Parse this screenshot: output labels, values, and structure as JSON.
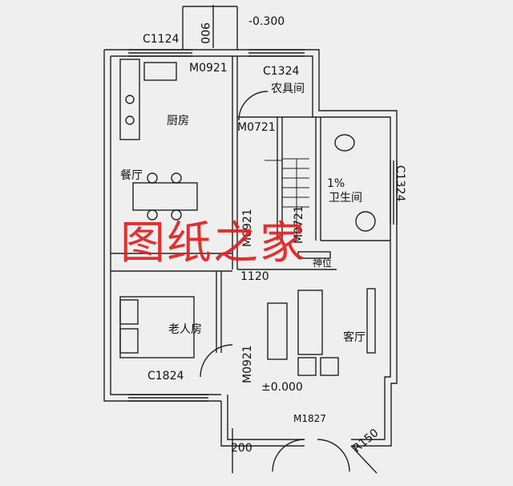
{
  "labels": {
    "c1124": "C1124",
    "dim_900": "900",
    "level_top": "-0.300",
    "m0921_top": "M0921",
    "c1324_top": "C1324",
    "farm_tools": "农具间",
    "kitchen": "厨房",
    "m0721": "M0721",
    "dining": "餐厅",
    "slope": "1%",
    "bathroom": "卫生间",
    "c1324_right": "C1324",
    "m0921_left": "M0921",
    "m0721_stair": "M0721",
    "shrine": "神位",
    "dim_1120": "1120",
    "elderly_room": "老人房",
    "living_room": "客厅",
    "c1824": "C1824",
    "m0921_bottom": "M0921",
    "level_ground": "±0.000",
    "m1827": "M1827",
    "dim_200": "200",
    "r150": "R150"
  },
  "watermark": "图纸之家"
}
